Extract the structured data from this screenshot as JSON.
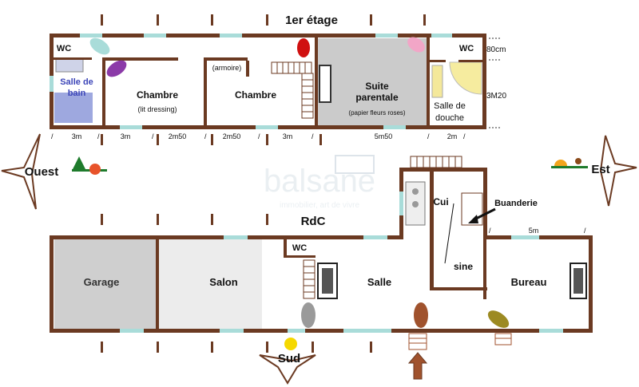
{
  "floors": {
    "upper": {
      "title": "1er étage",
      "rooms": {
        "wc_left": "WC",
        "salle_de_bain_1": "Salle de",
        "salle_de_bain_2": "bain",
        "chambre1": "Chambre",
        "chambre1_note": "(lit dressing)",
        "armoire_note": "(armoire)",
        "chambre2": "Chambre",
        "suite_1": "Suite",
        "suite_2": "parentale",
        "suite_note": "(papier fleurs roses)",
        "wc_right": "WC",
        "douche_1": "Salle de",
        "douche_2": "douche"
      },
      "dimensions": {
        "d1": "3m",
        "d2": "3m",
        "d3": "2m50",
        "d4": "2m50",
        "d5": "3m",
        "d6": "5m50",
        "d7": "2m",
        "h1": "80cm",
        "h2": "3M20"
      }
    },
    "ground": {
      "title": "RdC",
      "rooms": {
        "garage": "Garage",
        "salon": "Salon",
        "wc": "WC",
        "salle": "Salle",
        "cuisine_1": "Cui",
        "cuisine_2": "sine",
        "buanderie": "Buanderie",
        "bureau": "Bureau"
      },
      "dimensions": {
        "d1": "5m"
      }
    }
  },
  "orientation": {
    "west": "Ouest",
    "east": "Est",
    "south": "Sud"
  },
  "watermark": {
    "brand": "balsane",
    "tagline": "immobilier, art de vivre"
  },
  "colors": {
    "wall": "#6b3a22",
    "window": "#a9dcd9",
    "garage_fill": "#cfcfcf",
    "salon_fill": "#ececec",
    "suite_fill": "#cbcbcb",
    "bath_fill": "#9ea8df"
  }
}
